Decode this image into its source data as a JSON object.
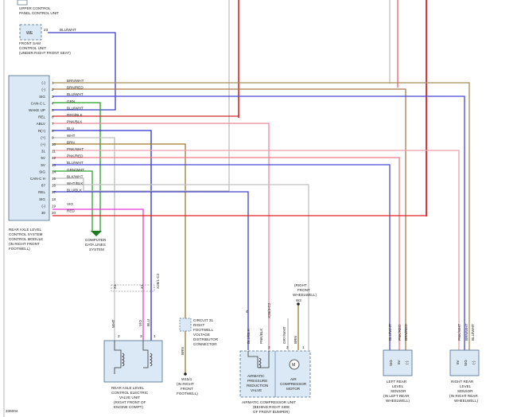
{
  "top_left": {
    "upper_control_unit": [
      "UPPER CONTROL",
      "PANEL CONTROL UNIT"
    ],
    "sam_box": "WE",
    "sam_pin": "23",
    "sam_wire": "BLU/WHT",
    "sam_label": [
      "FRONT SAM",
      "CONTROL UNIT",
      "(UNDER RIGHT FRONT SEAT)"
    ]
  },
  "module": {
    "label": [
      "REAR AXLE LEVEL",
      "CONTROL SYSTEM",
      "CONTROL MODULE",
      "(IN RIGHT FRONT",
      "FOOTWELL)"
    ],
    "pins": [
      {
        "name": "(-)",
        "num": "1",
        "color": "BRN/WHT"
      },
      {
        "name": "(-)",
        "num": "2",
        "color": "BRN/RED"
      },
      {
        "name": "SIG",
        "num": "3",
        "color": "BLU/WHT"
      },
      {
        "name": "CAN-C L",
        "num": "4",
        "color": "GRN"
      },
      {
        "name": "WAKE UP",
        "num": "5",
        "color": "BLU/WHT"
      },
      {
        "name": "REL",
        "num": "6",
        "color": "RED/BLK"
      },
      {
        "name": "ABLV",
        "num": "7",
        "color": "PNK/BLK"
      },
      {
        "name": "R(+)",
        "num": "8",
        "color": "BLU"
      },
      {
        "name": "(+)",
        "num": "9",
        "color": "WHT"
      },
      {
        "name": "(+)",
        "num": "10",
        "color": "BRN"
      },
      {
        "name": "31",
        "num": "11",
        "color": "PNK/WHT"
      },
      {
        "name": "5V",
        "num": "12",
        "color": "PNK/RED"
      },
      {
        "name": "5V",
        "num": "13",
        "color": "BLU/WHT"
      },
      {
        "name": "SIG",
        "num": "14",
        "color": "GRN/WHT"
      },
      {
        "name": "CAN-C H",
        "num": "15",
        "color": "BLK/WHT"
      },
      {
        "name": "87",
        "num": "16",
        "color": "WHT/BLK"
      },
      {
        "name": "REL",
        "num": "17",
        "color": "BLU/BLK"
      },
      {
        "name": "SIG",
        "num": "18",
        "color": ""
      },
      {
        "name": "(-)",
        "num": "19",
        "color": "VIO"
      },
      {
        "name": "30",
        "num": "20",
        "color": "RED"
      }
    ]
  },
  "computer_data_lines": [
    "COMPUTER",
    "DATA LINES",
    "SYSTEM"
  ],
  "valve_unit": {
    "pins": [
      "2",
      "3",
      "1"
    ],
    "wire_colors": [
      "WHT",
      "VIO",
      "BLU"
    ],
    "label": [
      "REAR AXLE LEVEL",
      "CONTROL ELECTRIC",
      "VALVE UNIT",
      "(RIGHT FRONT OF",
      "ENGINE COMPT)"
    ],
    "top_codes": [
      "X1",
      "X1",
      "X26/1-C2"
    ]
  },
  "circuit31": {
    "label": [
      "CIRCUIT 31",
      "RIGHT",
      "FOOTWELL",
      "VOLTAGE",
      "DISTRIBUTOR",
      "CONNECTOR"
    ],
    "wire": "BRN",
    "ground": "W15/1",
    "ground_label": [
      "(IN RIGHT",
      "FRONT",
      "FOOTWELL)"
    ]
  },
  "compressor_unit": {
    "wires": [
      "BLU/BLK",
      "PNK/BLK",
      "GRY/WHT",
      "BRN"
    ],
    "pins": [
      "4",
      "3",
      "2",
      "1"
    ],
    "codes": [
      "X26/3-C2"
    ],
    "valve_label": [
      "AIRMATIC",
      "PRESSURE",
      "REDUCTION",
      "VALVE"
    ],
    "motor_label": [
      "AIR",
      "COMPRESSOR",
      "MOTOR"
    ],
    "motor_symbol": "M",
    "unit_label": [
      "AIRMATIC COMPRESSOR UNIT",
      "(BEHIND RIGHT SIDE",
      "OF FRONT BUMPER)"
    ],
    "ground": "W2",
    "ground_label": [
      "(RIGHT",
      "FRONT",
      "WHEELWELL)"
    ]
  },
  "left_sensor": {
    "wires": [
      "BLU/WHT",
      "PNK/RED",
      "BRN/RED"
    ],
    "terminals": [
      "SIG",
      "5V",
      "(-)"
    ],
    "pins": [
      "1",
      "2",
      "3"
    ],
    "label": [
      "LEFT REAR",
      "LEVEL",
      "SENSOR",
      "(IN LEFT REAR",
      "WHEELWELL)"
    ]
  },
  "right_sensor": {
    "wires": [
      "PNK/WHT",
      "BRN/WHT",
      "BLU/WHT"
    ],
    "terminals": [
      "5V",
      "SIG",
      "(-)"
    ],
    "pins": [
      "1",
      "2",
      "3"
    ],
    "label": [
      "RIGHT REAR",
      "LEVEL",
      "SENSOR",
      "(IN RIGHT REAR",
      "WHEELWELL)"
    ]
  },
  "doc_code": "336004"
}
